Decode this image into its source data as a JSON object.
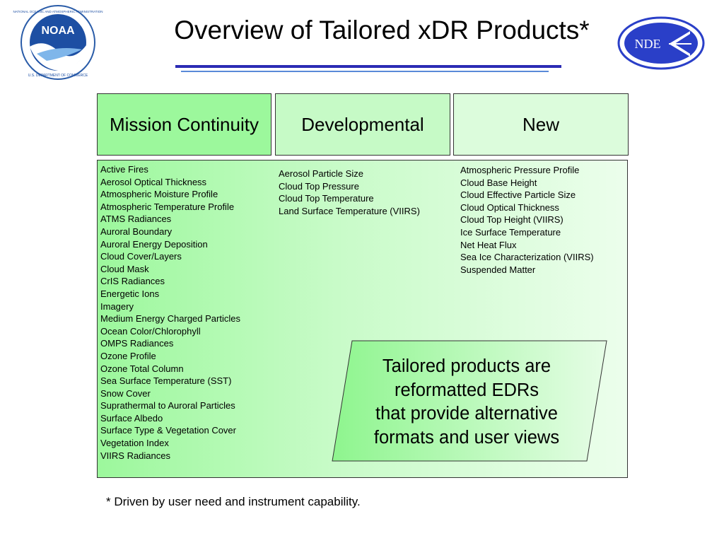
{
  "title": "Overview of Tailored xDR Products*",
  "logos": {
    "noaa_text": "NOAA",
    "noaa_ring_text": "NATIONAL OCEANIC AND ATMOSPHERIC ADMINISTRATION",
    "noaa_ring_text_bottom": "U.S. DEPARTMENT OF COMMERCE",
    "nde_text": "NDE"
  },
  "columns": [
    {
      "header": "Mission Continuity",
      "items": [
        "Active Fires",
        "Aerosol Optical Thickness",
        "Atmospheric Moisture Profile",
        "Atmospheric Temperature Profile",
        "ATMS Radiances",
        "Auroral Boundary",
        "Auroral Energy Deposition",
        "Cloud Cover/Layers",
        "Cloud Mask",
        "CrIS Radiances",
        "Energetic Ions",
        "Imagery",
        "Medium Energy Charged Particles",
        "Ocean Color/Chlorophyll",
        "OMPS Radiances",
        "Ozone Profile",
        "Ozone Total Column",
        "Sea Surface Temperature (SST)",
        "Snow Cover",
        "Suprathermal to Auroral Particles",
        "Surface Albedo",
        "Surface Type & Vegetation Cover",
        "Vegetation Index",
        "VIIRS Radiances"
      ]
    },
    {
      "header": "Developmental",
      "items": [
        "Aerosol Particle Size",
        "Cloud Top Pressure",
        "Cloud Top Temperature",
        "Land Surface Temperature (VIIRS)"
      ]
    },
    {
      "header": "New",
      "items": [
        "Atmospheric Pressure Profile",
        "Cloud Base Height",
        "Cloud Effective Particle Size",
        "Cloud Optical Thickness",
        "Cloud Top Height (VIIRS)",
        "Ice Surface Temperature",
        "Net Heat Flux",
        "Sea Ice Characterization (VIIRS)",
        "Suspended Matter"
      ]
    }
  ],
  "callout": "Tailored products are\nreformatted EDRs\nthat provide alternative\nformats and user views",
  "footnote": "* Driven by user need and instrument capability.",
  "colors": {
    "mission_header": "#9cf89c",
    "developmental_header": "#c6fac6",
    "new_header": "#dcfcdc",
    "title_rule": "#2b2bb4",
    "noaa_blue": "#1d4fa3",
    "nde_blue": "#2a3fc8"
  }
}
